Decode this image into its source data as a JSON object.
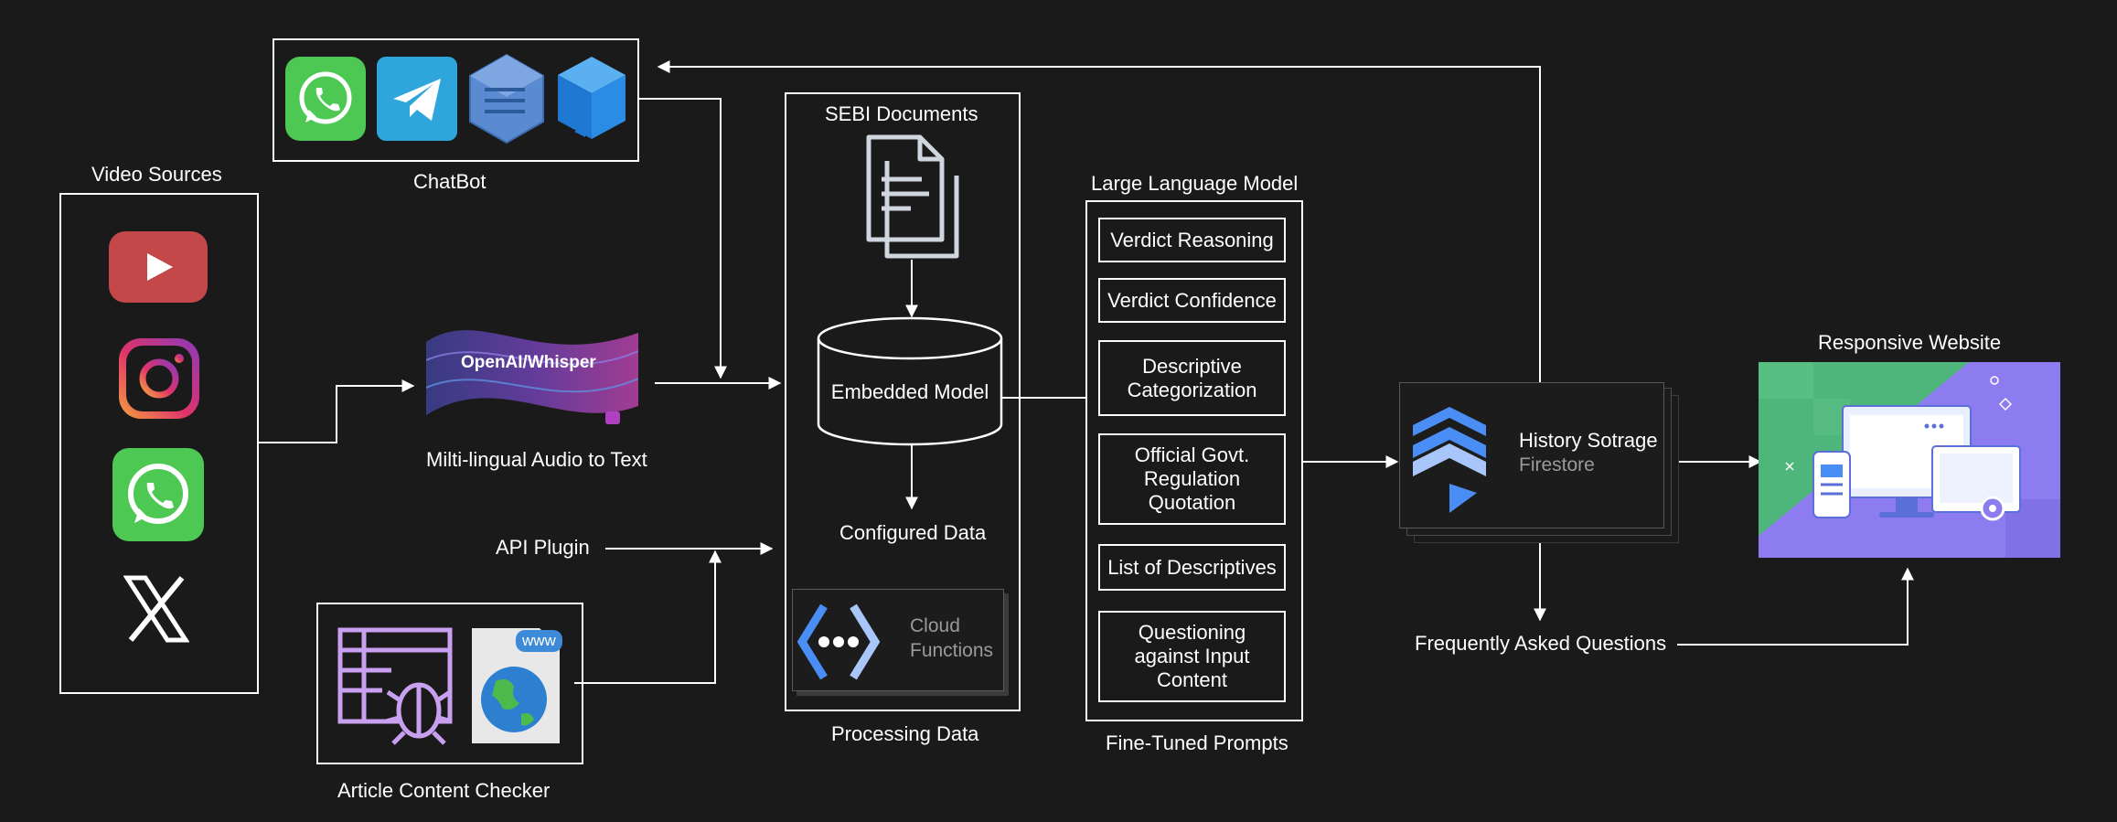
{
  "chatbot": {
    "label": "ChatBot"
  },
  "video_sources": {
    "label": "Video Sources"
  },
  "whisper": {
    "logo_text": "OpenAI/Whisper",
    "label": "Milti-lingual Audio to Text"
  },
  "api_plugin": {
    "label": "API Plugin"
  },
  "article_checker": {
    "label": "Article Content Checker",
    "badge": "www"
  },
  "processing": {
    "top_label": "SEBI Documents",
    "embedded_model": "Embedded Model",
    "configured_data": "Configured Data",
    "cloud_functions": "Cloud\nFunctions",
    "bottom_label": "Processing Data"
  },
  "llm": {
    "top_label": "Large Language Model",
    "bottom_label": "Fine-Tuned Prompts",
    "prompts": [
      "Verdict Reasoning",
      "Verdict Confidence",
      "Descriptive\nCategorization",
      "Official Govt.\nRegulation\nQuotation",
      "List of Descriptives",
      "Questioning\nagainst Input\nContent"
    ]
  },
  "history": {
    "title": "History Sotrage",
    "subtitle": "Firestore"
  },
  "faq": {
    "label": "Frequently Asked Questions"
  },
  "website": {
    "label": "Responsive Website"
  },
  "colors": {
    "background": "#1a1a1a",
    "line": "#ffffff",
    "youtube": "#c4474a",
    "whatsapp": "#4cc853",
    "telegram": "#2ea6dc",
    "firestore_blue": "#4a8ef5",
    "website_purple": "#8d7bf0",
    "website_green": "#4fb67b"
  }
}
